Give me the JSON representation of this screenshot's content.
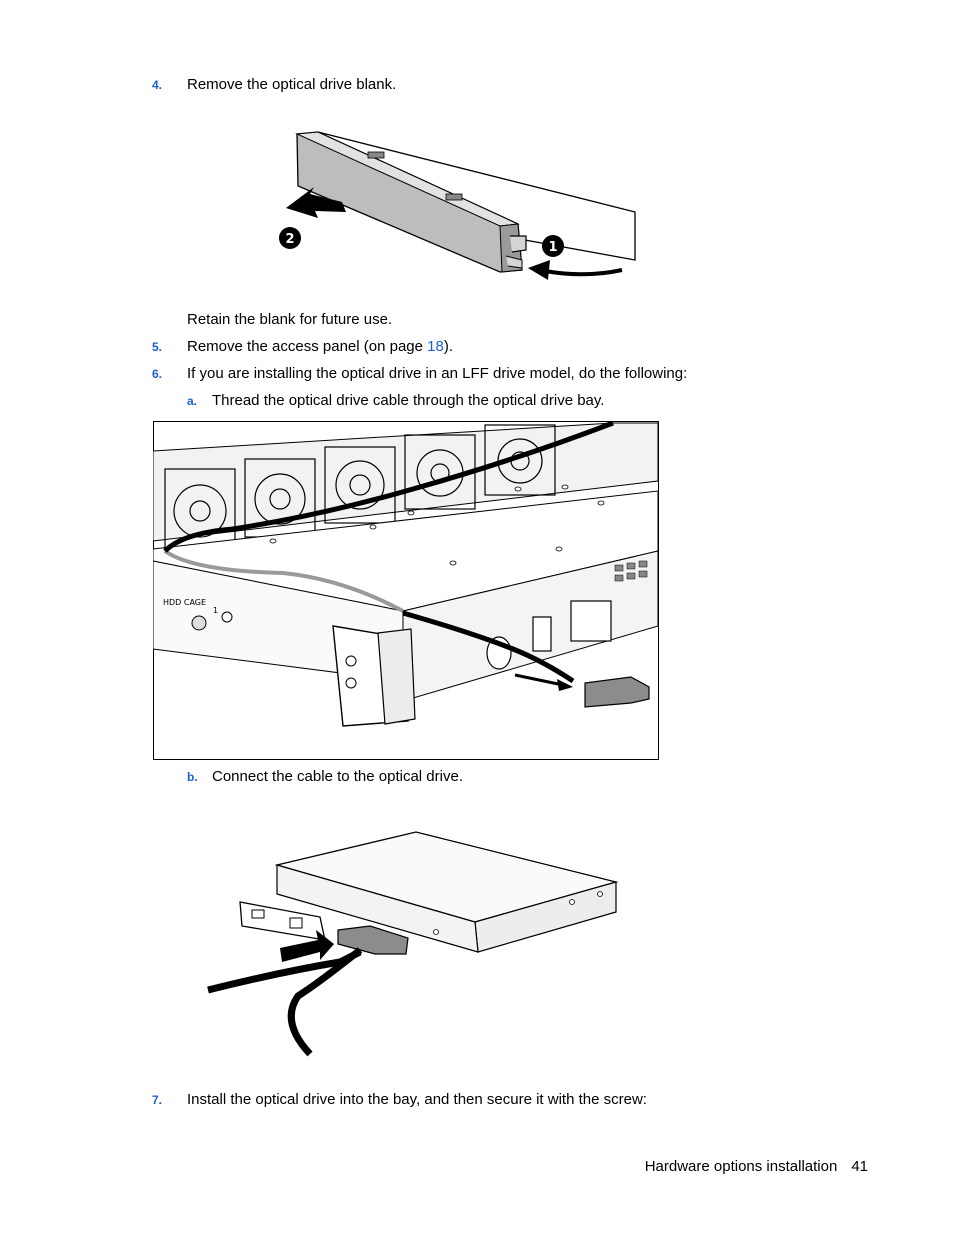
{
  "step4": {
    "number": "4.",
    "text": "Remove the optical drive blank."
  },
  "retain_note": "Retain the blank for future use.",
  "step5": {
    "number": "5.",
    "text_before": "Remove the access panel (on page ",
    "link": "18",
    "text_after": ")."
  },
  "step6": {
    "number": "6.",
    "text": "If you are installing the optical drive in an LFF drive model, do the following:"
  },
  "step6a": {
    "letter": "a.",
    "text": "Thread the optical drive cable through the optical drive bay."
  },
  "step6b": {
    "letter": "b.",
    "text": "Connect the cable to the optical drive."
  },
  "step7": {
    "number": "7.",
    "text": "Install the optical drive into the bay, and then secure it with the screw:"
  },
  "figure1": {
    "callout_1": "1",
    "callout_2": "2"
  },
  "figure2": {
    "label_cage": "HDD CAGE",
    "label_bay": "1"
  },
  "footer": {
    "section": "Hardware options installation",
    "page": "41"
  },
  "colors": {
    "accent": "#1a5fd6"
  }
}
